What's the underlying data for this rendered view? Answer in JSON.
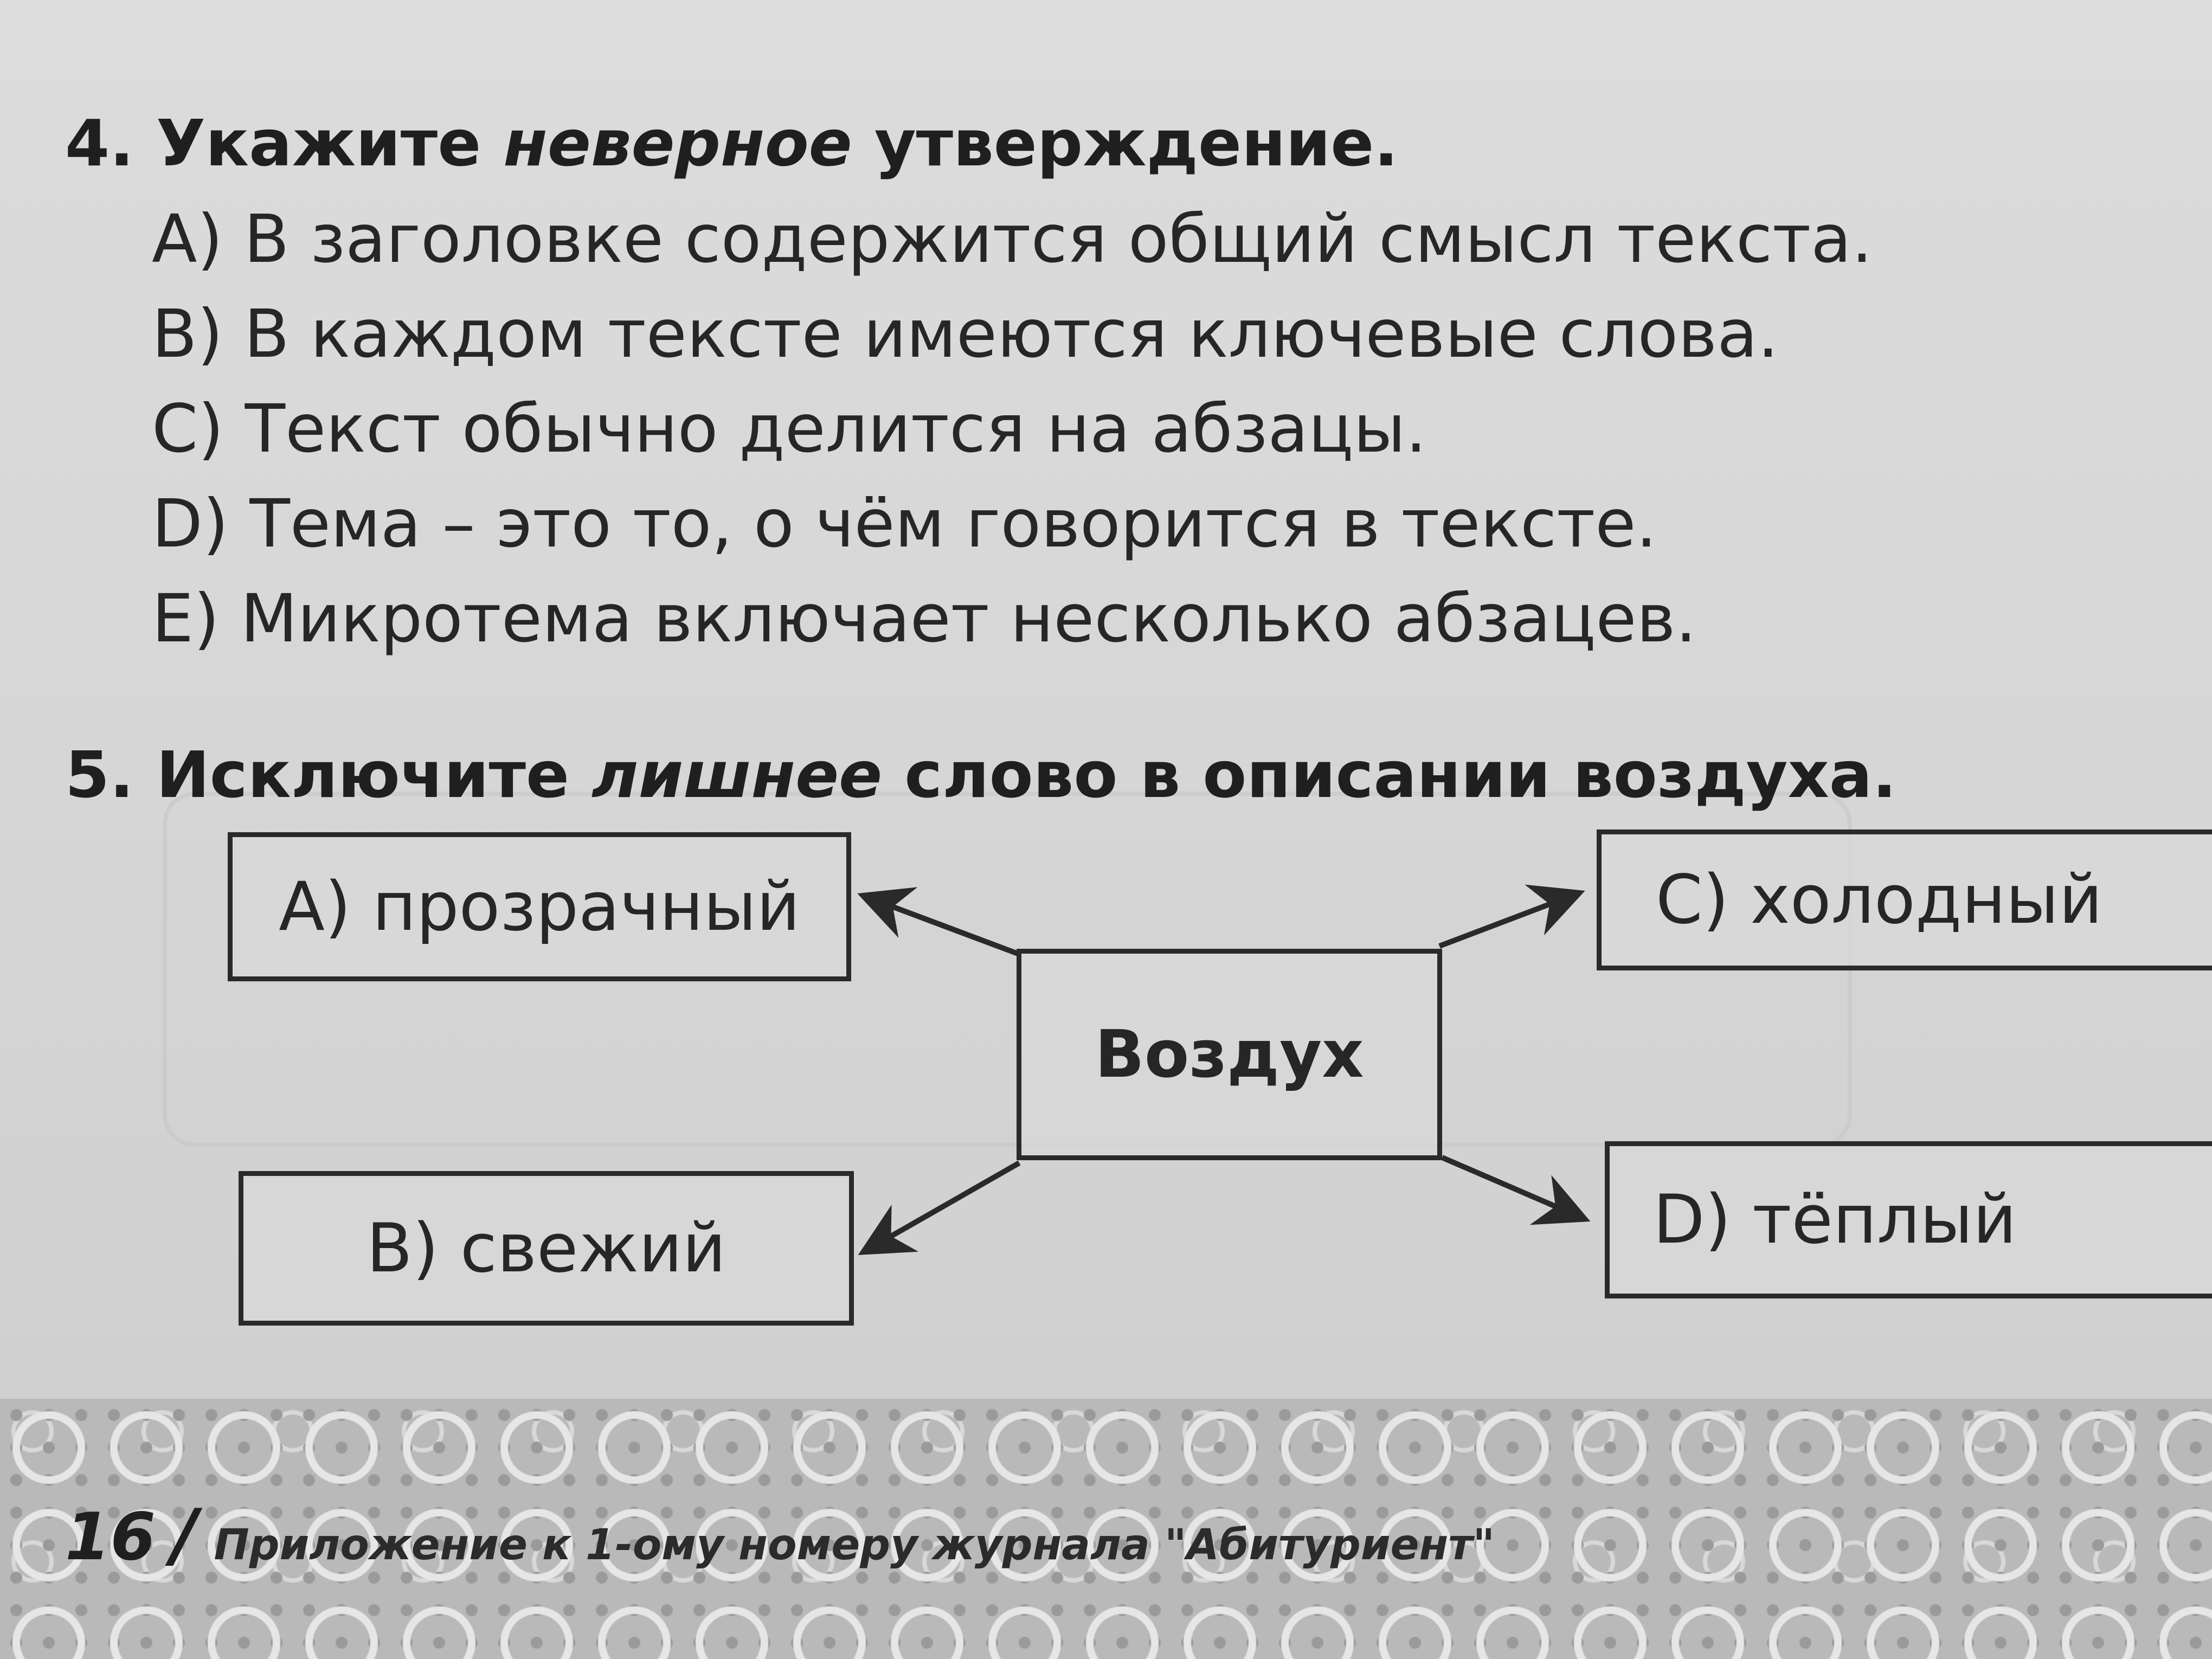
{
  "question4": {
    "number_prefix": "4. Укажите ",
    "emphasis": "неверное",
    "suffix": " утверждение.",
    "options": [
      "A) В заголовке содержится общий смысл текста.",
      "B) В каждом тексте имеются ключевые слова.",
      "C) Текст обычно делится на абзацы.",
      "D) Тема – это то, о чём говорится в тексте.",
      "E) Микротема включает несколько абзацев."
    ]
  },
  "question5": {
    "number_prefix": "5. Исключите ",
    "emphasis": "лишнее",
    "suffix": " слово в описании воздуха.",
    "diagram": {
      "center": "Воздух",
      "option_a": "A) прозрачный",
      "option_b": "B) свежий",
      "option_c": "C) холодный",
      "option_d": "D) тёплый"
    }
  },
  "footer": {
    "page_number": "16",
    "journal_title": "Приложение к 1-ому номеру журнала \"Абитуриент\""
  }
}
